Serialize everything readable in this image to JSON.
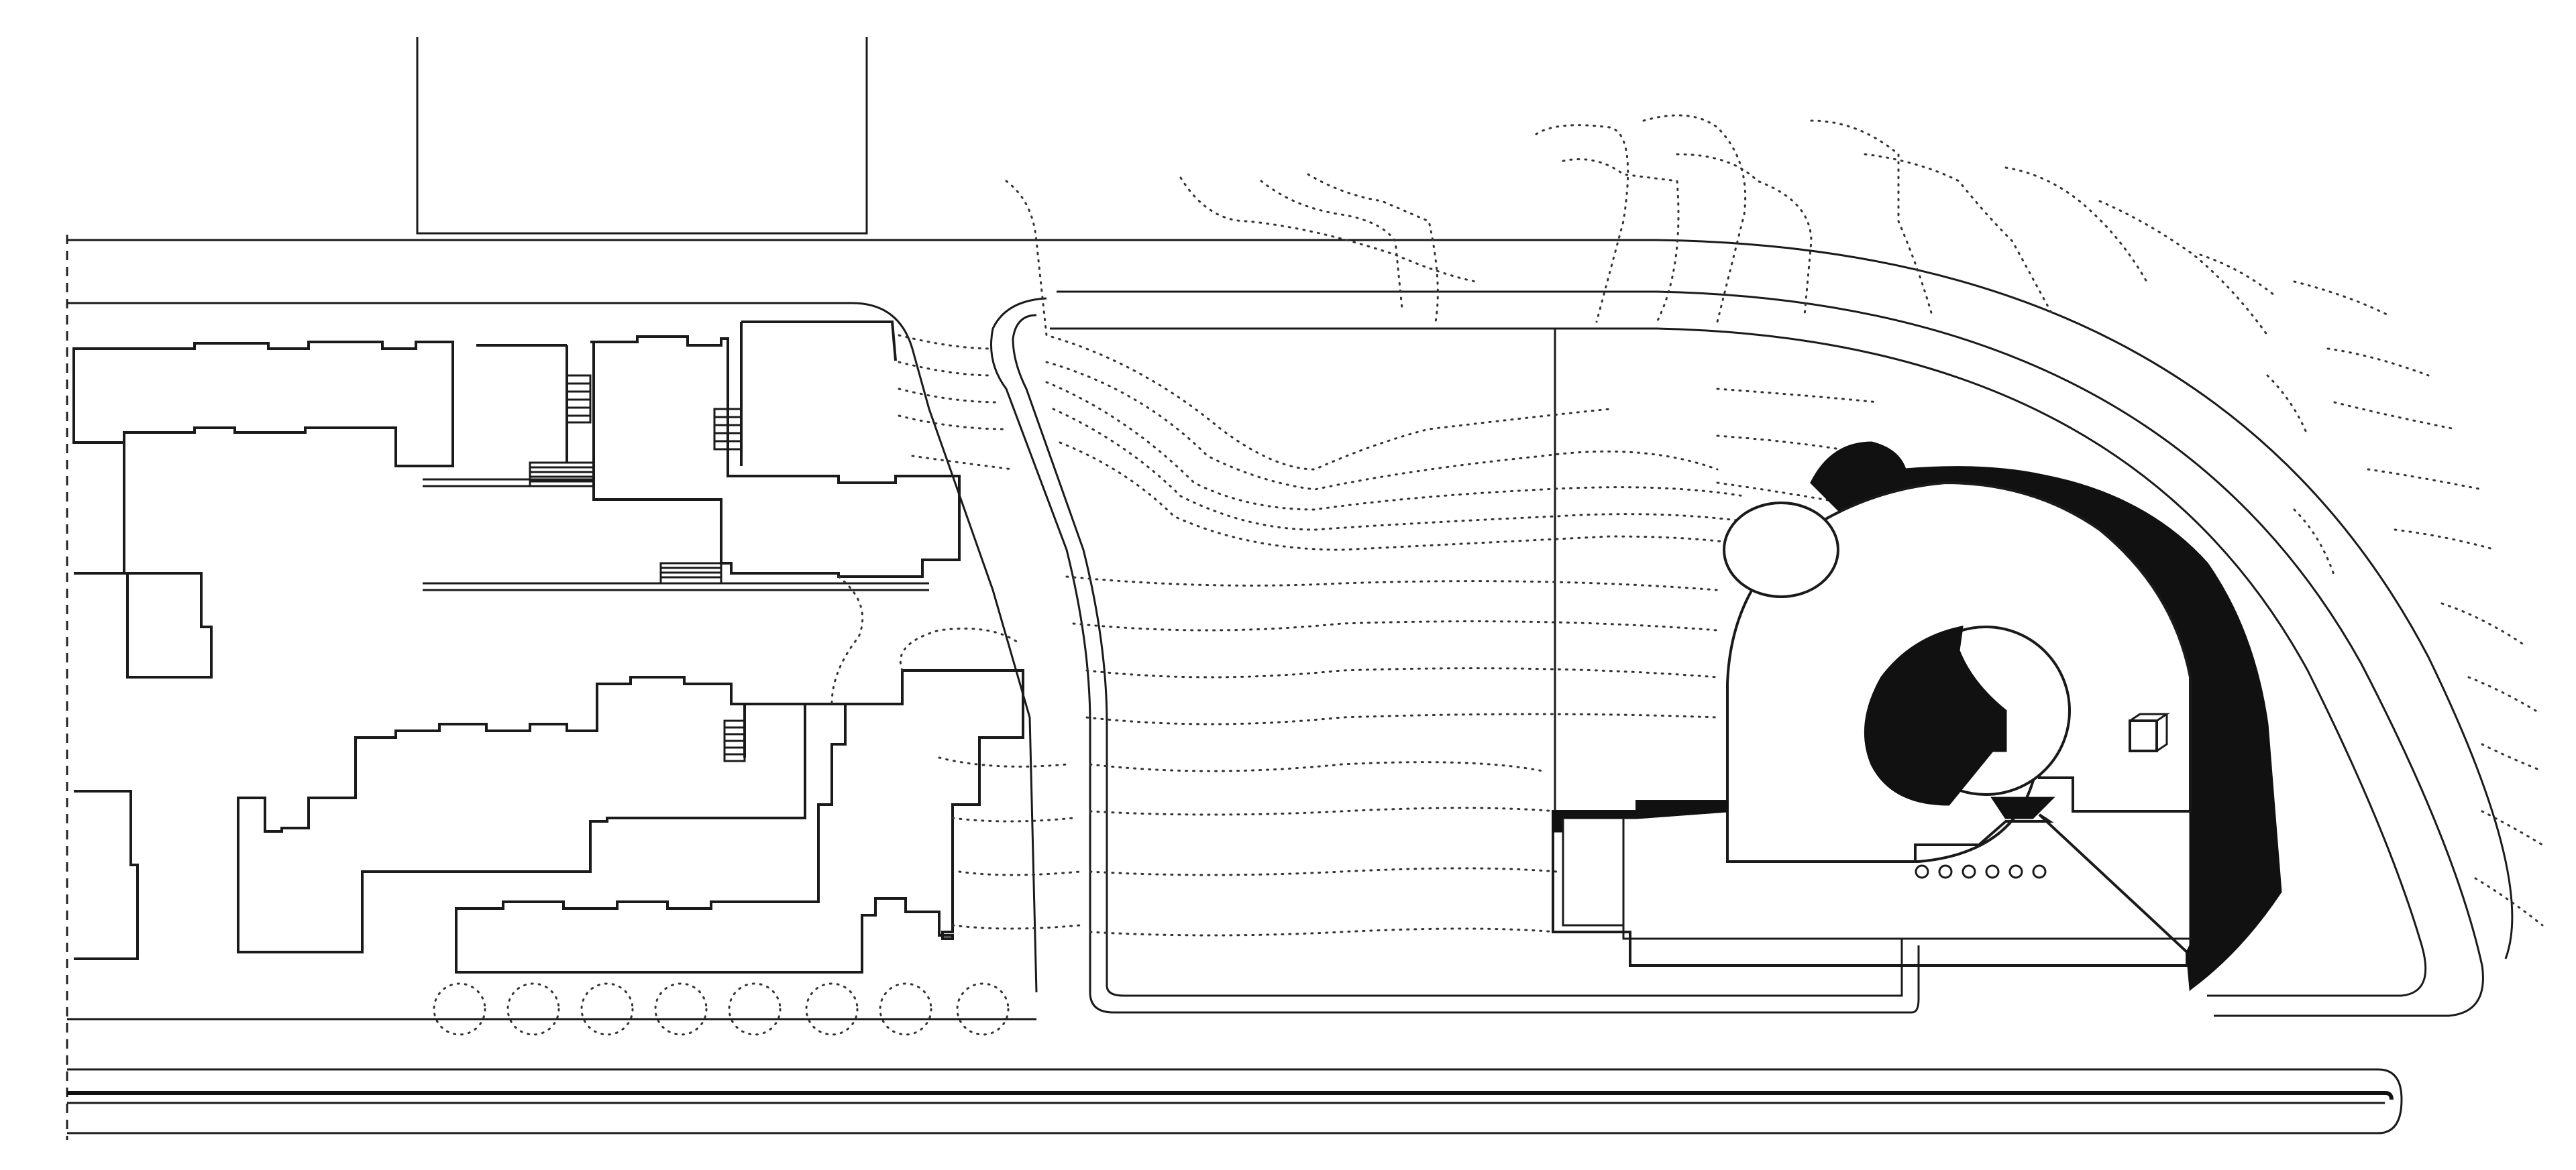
{
  "drawing": {
    "kind": "site plan",
    "colors": {
      "ink": "#1a1a1a",
      "fill_dark": "#111111",
      "paper": "#ffffff"
    },
    "elements": [
      "existing-buildings",
      "roads",
      "contour-lines",
      "trees",
      "new-building"
    ]
  }
}
